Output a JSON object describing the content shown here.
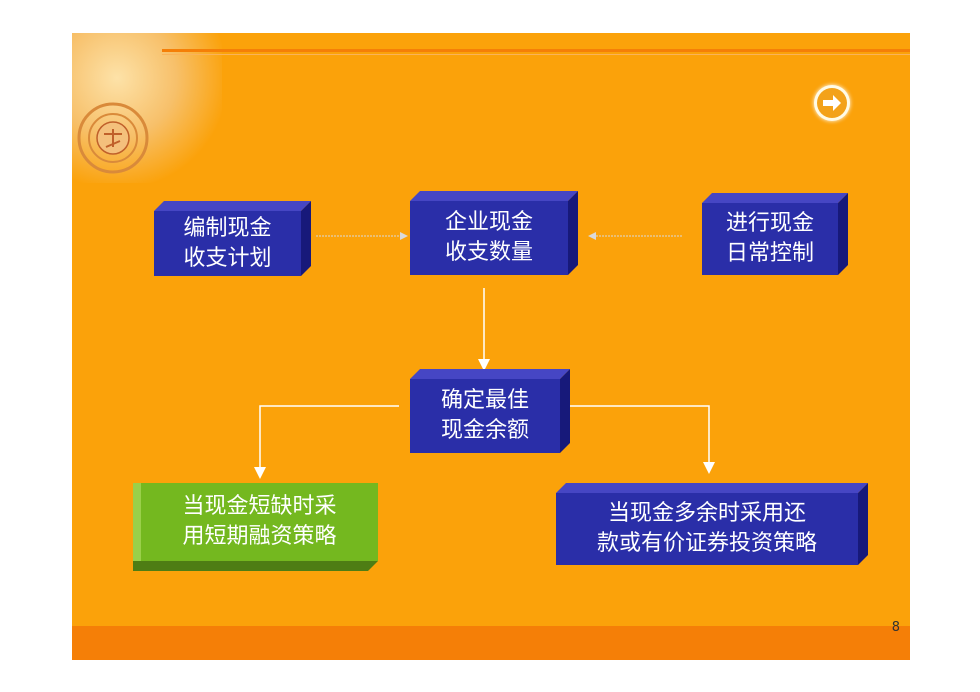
{
  "diagram": {
    "boxes": {
      "plan": {
        "line1": "编制现金",
        "line2": "收支计划"
      },
      "quantity": {
        "line1": "企业现金",
        "line2": "收支数量"
      },
      "control": {
        "line1": "进行现金",
        "line2": "日常控制"
      },
      "optimal": {
        "line1": "确定最佳",
        "line2": "现金余额"
      },
      "shortage": {
        "line1": "当现金短缺时采",
        "line2": "用短期融资策略"
      },
      "surplus": {
        "line1": "当现金多余时采用还",
        "line2": "款或有价证券投资策略"
      }
    }
  },
  "footer": {
    "page_number": "8"
  },
  "colors": {
    "background": "#fba20a",
    "box_blue": "#2a2ea8",
    "box_green": "#74b81f",
    "bar": "#f57f07"
  },
  "icons": {
    "nav": "arrow-right-icon",
    "seal": "university-seal-icon"
  }
}
